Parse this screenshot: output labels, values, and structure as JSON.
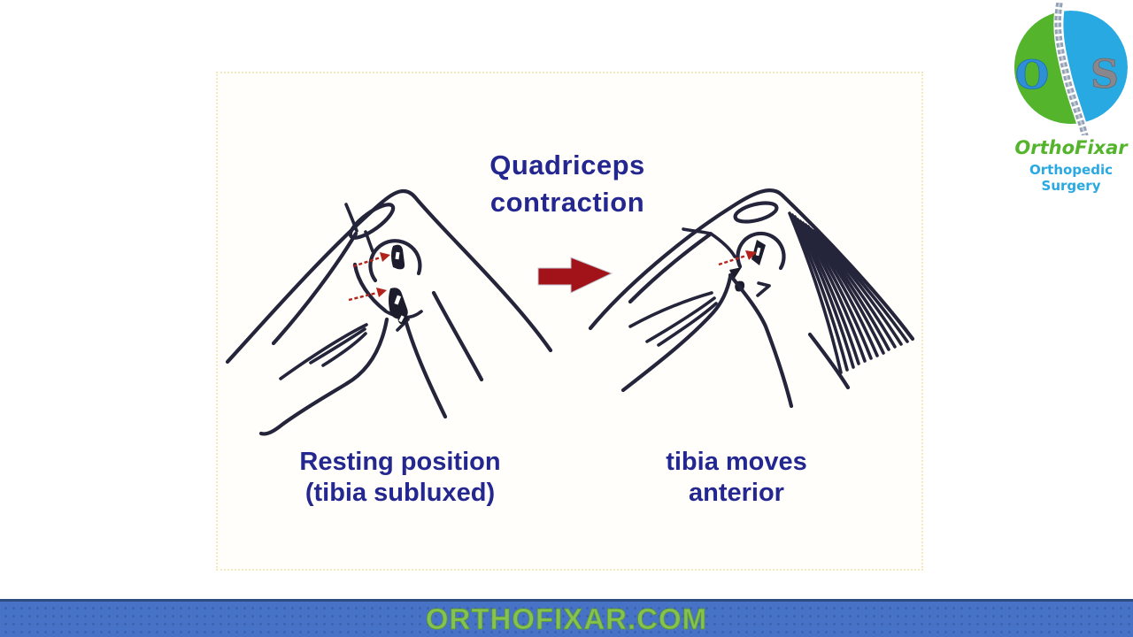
{
  "colors": {
    "ink": "#24243a",
    "navy_text": "#23278f",
    "arrow_red": "#a11318",
    "pointer_red": "#b3231d",
    "footer_bar": "#4673c5",
    "footer_dot": "#3a62ae",
    "footer_border": "#2e4c80",
    "footer_text_green": "#85c24f",
    "logo_green": "#54b42c",
    "logo_blue": "#29a9e1",
    "logo_spine_gray": "#93a0b4"
  },
  "diagram": {
    "title": "Quadriceps\ncontraction",
    "left_caption": "Resting position\n(tibia subluxed)",
    "right_caption": "tibia moves\nanterior"
  },
  "logo": {
    "monogram_left": "O",
    "monogram_right": "S",
    "name": "OrthoFixar",
    "tagline": "Orthopedic Surgery"
  },
  "footer": {
    "site": "ORTHOFIXAR.COM"
  }
}
